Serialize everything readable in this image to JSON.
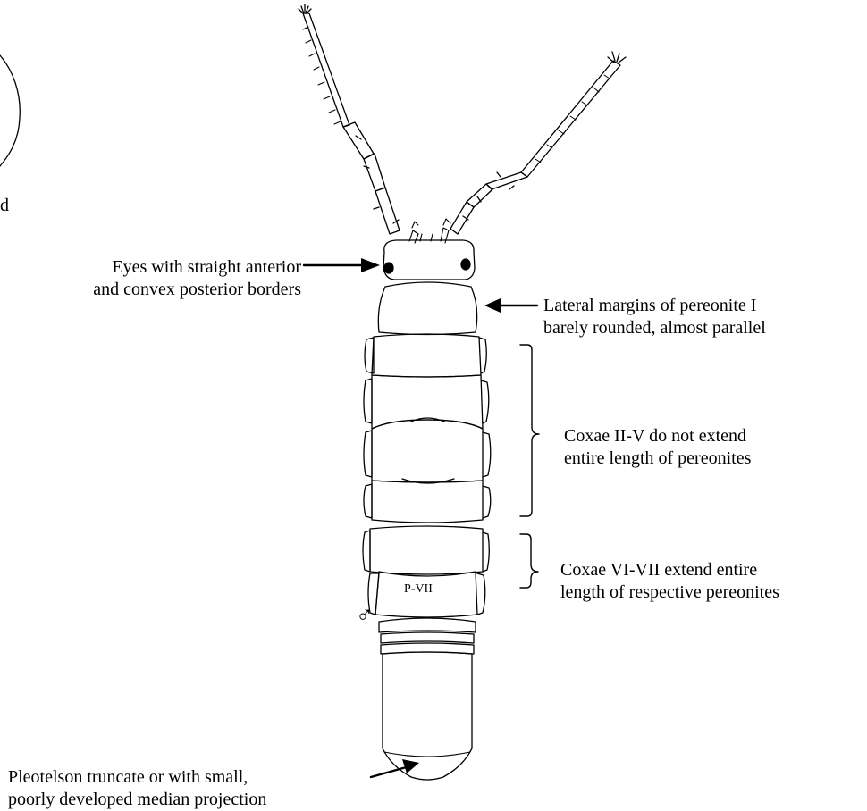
{
  "annotations": {
    "eyes": {
      "line1": "Eyes with straight anterior",
      "line2": "and convex posterior borders"
    },
    "lateral": {
      "line1": "Lateral margins of pereonite I",
      "line2": "barely rounded, almost parallel"
    },
    "coxae_2_5": {
      "line1": "Coxae II-V do not extend",
      "line2": "entire length of pereonites"
    },
    "coxae_6_7": {
      "line1": "Coxae VI-VII  extend entire",
      "line2": "length of respective pereonites"
    },
    "pleotelson": {
      "line1": "Pleotelson truncate or with small,",
      "line2": "poorly developed median projection"
    }
  },
  "segment_label": "P-VII",
  "sex_symbol": "♂",
  "cropped_left_text": "d"
}
